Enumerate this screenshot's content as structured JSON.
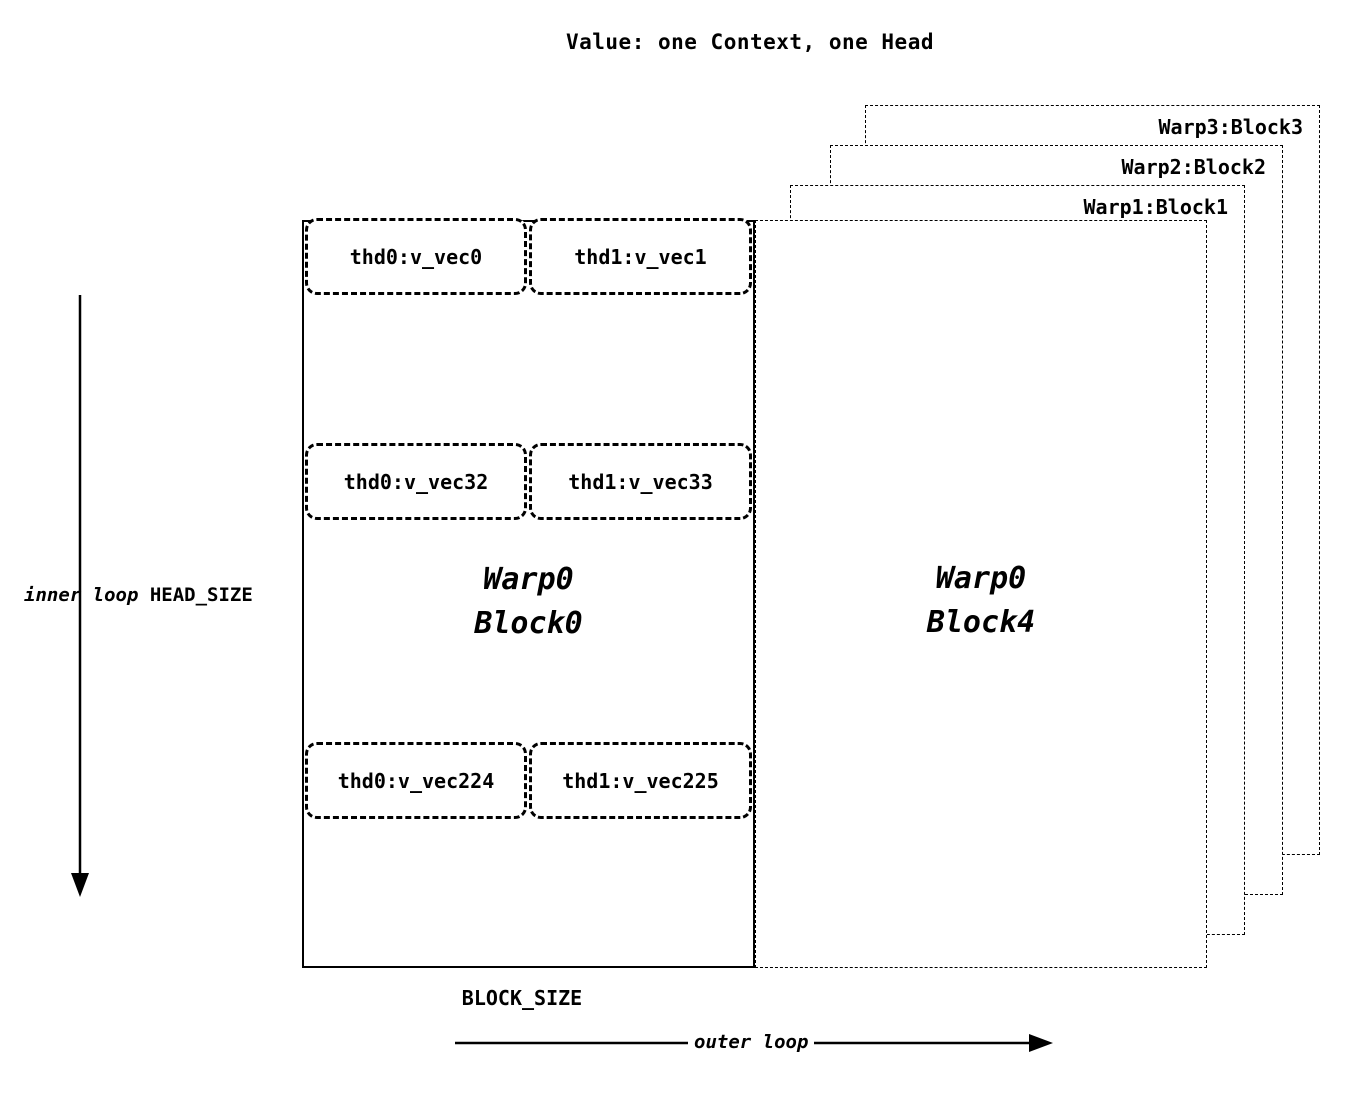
{
  "title": "Value: one Context, one Head",
  "axis": {
    "inner_loop": "inner loop",
    "head_size": "HEAD_SIZE",
    "outer_loop": "outer loop",
    "block_size": "BLOCK_SIZE"
  },
  "back_blocks": [
    {
      "label": "Warp3:Block3"
    },
    {
      "label": "Warp2:Block2"
    },
    {
      "label": "Warp1:Block1"
    }
  ],
  "front_dashed_block": {
    "line1": "Warp0",
    "line2": "Block4"
  },
  "solid_block": {
    "line1": "Warp0",
    "line2": "Block0"
  },
  "thread_rows": [
    {
      "cells": [
        "thd0:v_vec0",
        "thd1:v_vec1"
      ]
    },
    {
      "cells": [
        "thd0:v_vec32",
        "thd1:v_vec33"
      ]
    },
    {
      "cells": [
        "thd0:v_vec224",
        "thd1:v_vec225"
      ]
    }
  ]
}
